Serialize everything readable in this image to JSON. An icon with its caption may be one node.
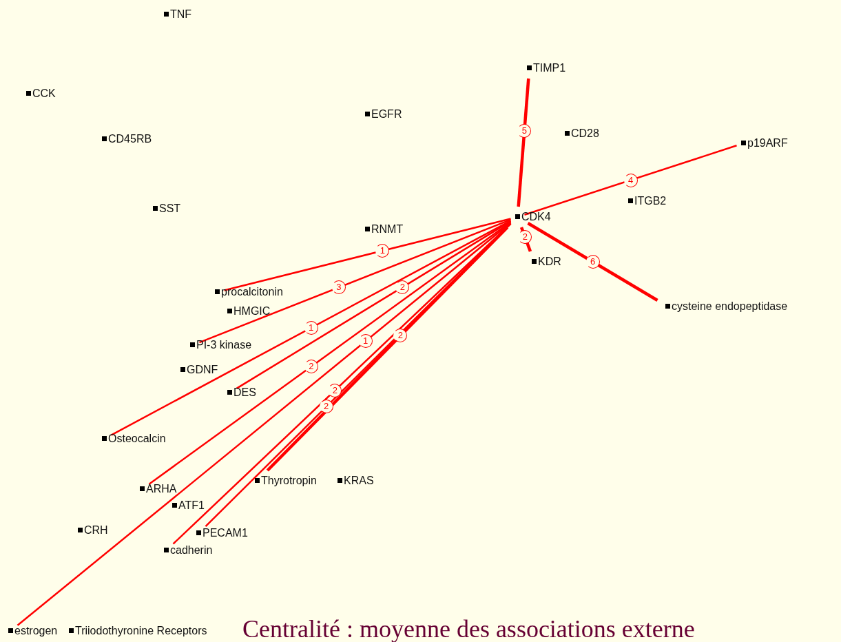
{
  "diagram": {
    "caption": "Centralité : moyenne des associations externe",
    "nodes": [
      {
        "text": [
          "TNF"
        ]
      },
      {
        "text": [
          "CCK"
        ]
      },
      {
        "text": [
          "CD45RB"
        ]
      },
      {
        "text": [
          "SST"
        ]
      },
      {
        "text": [
          "EGFR"
        ]
      },
      {
        "text": [
          "TIMP1"
        ]
      },
      {
        "text": [
          "CD28"
        ]
      },
      {
        "text": [
          "p19ARF"
        ]
      },
      {
        "text": [
          "ITGB2"
        ]
      },
      {
        "text": [
          "CDK4"
        ]
      },
      {
        "text": [
          "RNMT"
        ]
      },
      {
        "text": [
          "KDR"
        ]
      },
      {
        "text": [
          "procalcitonin"
        ]
      },
      {
        "text": [
          "cysteine endopeptidase"
        ]
      },
      {
        "text": [
          "HMGIC"
        ]
      },
      {
        "text": [
          "PI-3 kinase"
        ]
      },
      {
        "text": [
          "GDNF"
        ]
      },
      {
        "text": [
          "DES"
        ]
      },
      {
        "text": [
          "Osteocalcin"
        ]
      },
      {
        "text": [
          "Thyrotropin"
        ]
      },
      {
        "text": [
          "KRAS"
        ]
      },
      {
        "text": [
          "ARHA"
        ]
      },
      {
        "text": [
          "ATF1"
        ]
      },
      {
        "text": [
          "CRH"
        ]
      },
      {
        "text": [
          "PECAM1"
        ]
      },
      {
        "text": [
          "cadherin"
        ]
      },
      {
        "text": [
          "estrogen"
        ]
      },
      {
        "text": [
          "Triiodothyronine Receptors"
        ]
      }
    ],
    "edges": [
      {
        "from": 9,
        "to": 5,
        "arrow": "none",
        "label": "5",
        "style": "thick"
      },
      {
        "from": 9,
        "to": 7,
        "arrow": "none",
        "label": "4"
      },
      {
        "from": 9,
        "to": 11,
        "arrow": "none",
        "label": "2",
        "style": "thick"
      },
      {
        "from": 9,
        "to": 13,
        "arrow": "none",
        "label": "6",
        "style": "thick"
      },
      {
        "from": 9,
        "to": 12,
        "arrow": "none",
        "label": "1"
      },
      {
        "from": 9,
        "to": 15,
        "arrow": "none",
        "label": "3"
      },
      {
        "from": 9,
        "to": 18,
        "arrow": "none",
        "label": "1"
      },
      {
        "from": 9,
        "to": 17,
        "arrow": "none",
        "label": "2"
      },
      {
        "from": 9,
        "to": 21,
        "arrow": "none",
        "label": "2"
      },
      {
        "from": 9,
        "to": 19,
        "arrow": "none",
        "label": "2",
        "style": "thick"
      },
      {
        "from": 9,
        "to": 26,
        "arrow": "none",
        "label": "1"
      },
      {
        "from": 9,
        "to": 24,
        "arrow": "none",
        "label": "2"
      },
      {
        "from": 9,
        "to": 25,
        "arrow": "none",
        "label": "2"
      }
    ]
  }
}
